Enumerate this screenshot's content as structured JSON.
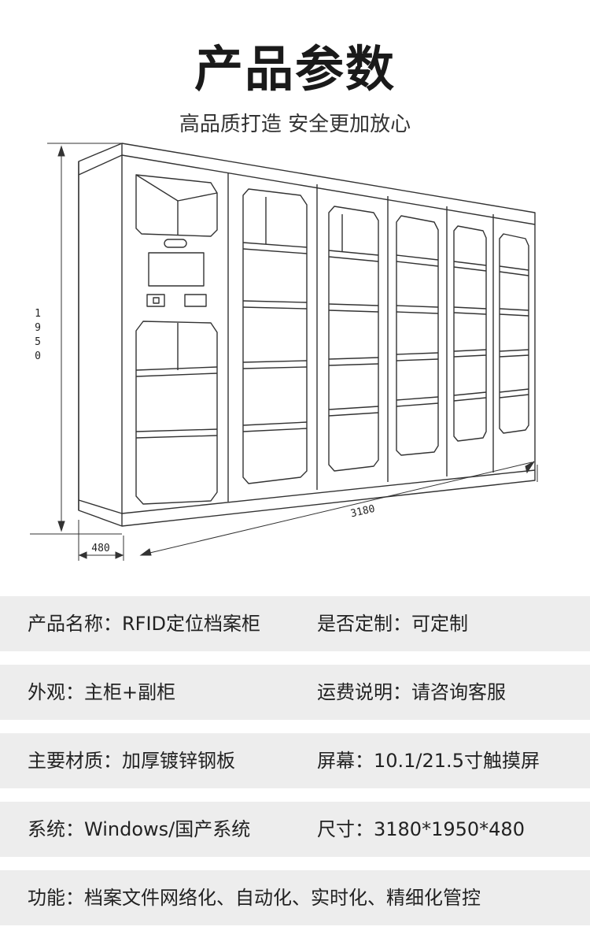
{
  "header": {
    "title": "产品参数",
    "subtitle": "高品质打造 安全更加放心"
  },
  "drawing": {
    "height_label": "1950",
    "width_label": "3180",
    "depth_label": "480"
  },
  "specs": {
    "row1": {
      "left": "产品名称：RFID定位档案柜",
      "right": "是否定制：可定制"
    },
    "row2": {
      "left": "外观：主柜+副柜",
      "right": "运费说明：请咨询客服"
    },
    "row3": {
      "left": "主要材质：加厚镀锌钢板",
      "right": "屏幕：10.1/21.5寸触摸屏"
    },
    "row4": {
      "left": "系统：Windows/国产系统",
      "right": "尺寸：3180*1950*480"
    },
    "row5": {
      "full": "功能：档案文件网络化、自动化、实时化、精细化管控"
    }
  }
}
